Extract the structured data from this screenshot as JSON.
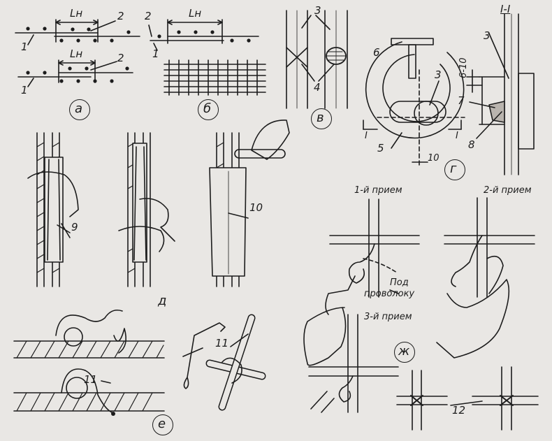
{
  "callouts": {
    "n1": "1",
    "n2": "2",
    "n3": "3",
    "n4": "4",
    "n5": "5",
    "n6": "6",
    "n7": "7",
    "n8": "8",
    "n9": "9",
    "n10": "10",
    "n11": "11",
    "n12": "12"
  },
  "dims": {
    "lap": "Lн",
    "gap": "6-10",
    "ten": "10",
    "section_mark": "I",
    "section_title": "I-I"
  },
  "panels": {
    "a": "а",
    "b": "б",
    "v": "в",
    "g": "г",
    "d": "д",
    "e": "е",
    "zh": "ж"
  },
  "steps": {
    "first": "1-й прием",
    "second": "2-й прием",
    "third": "3-й прием",
    "under_wire_1": "Под",
    "under_wire_2": "проволоку"
  }
}
